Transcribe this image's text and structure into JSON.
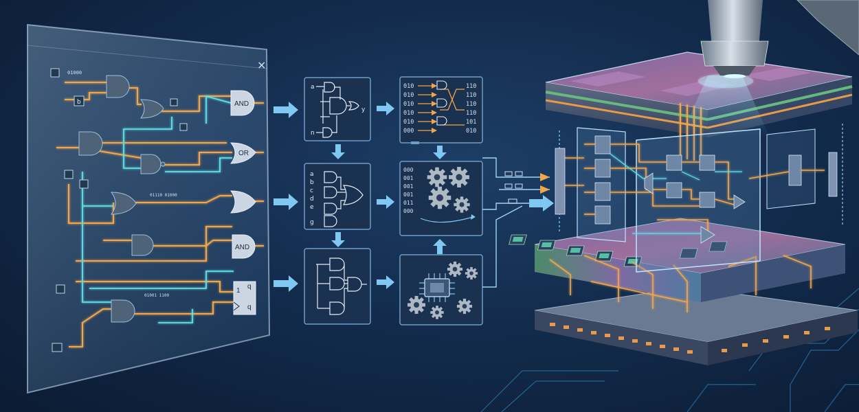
{
  "colors": {
    "background": "#132c4d",
    "wire_orange": "#f3a64a",
    "wire_cyan": "#5fe0e8",
    "arrow_blue": "#7fc8f2",
    "panel_glass": "#9dc4e8",
    "gate_fill": "#4f6378"
  },
  "schematic_window": {
    "close_glyph": "×",
    "gate_labels": {
      "and_1": "AND",
      "or_1": "OR",
      "and_2": "AND"
    },
    "flipflop": {
      "d": "1",
      "q": "q",
      "qbar": "q"
    },
    "inputs": {
      "b": "b"
    },
    "bit_strings": {
      "top": "01000",
      "middle": "01110  01000",
      "bottom": "01001  1100"
    }
  },
  "netlist_box": {
    "inputs": [
      "a",
      "n"
    ],
    "output": "y"
  },
  "logic_box": {
    "inputs": [
      "a",
      "b",
      "c",
      "d",
      "e",
      "g"
    ]
  },
  "truth_table": {
    "left": [
      "010",
      "010",
      "010",
      "010",
      "010",
      "000"
    ],
    "right": [
      "110",
      "110",
      "110",
      "110",
      "101",
      "010"
    ]
  },
  "optimizer_box": {
    "bits": [
      "000",
      "001",
      "001",
      "001",
      "011",
      "000"
    ]
  },
  "icons": [
    "gear-icon",
    "chip-icon",
    "microscope-icon",
    "arrow-right-icon",
    "arrow-down-icon",
    "arrow-up-icon"
  ]
}
